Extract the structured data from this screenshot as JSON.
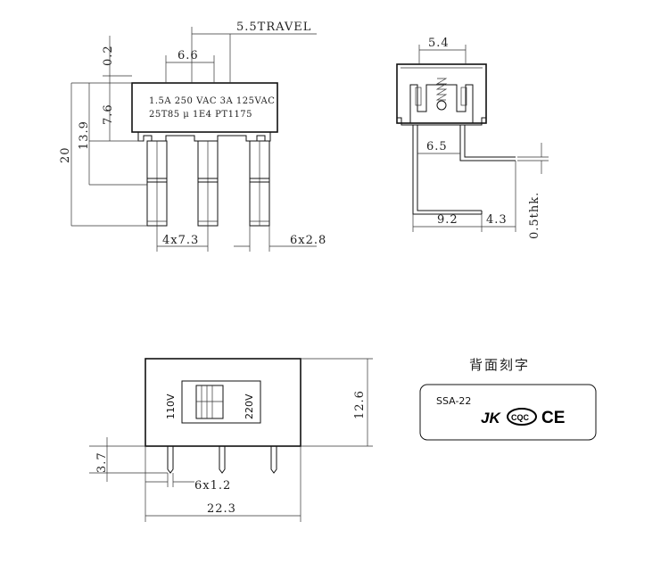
{
  "front_view": {
    "travel": "5.5TRAVEL",
    "pitch_top": "6.6",
    "clearance": "0.2",
    "body_height": "7.6",
    "pin_height": "13.9",
    "overall_height": "20",
    "spec_line1": "1.5A 250 VAC 3A 125VAC",
    "spec_line2": "25T85 μ 1E4 PT1175",
    "pin_pitch": "4x7.3",
    "pin_width": "6x2.8"
  },
  "side_view": {
    "width_top": "5.4",
    "bend_offset": "6.5",
    "leg_length": "9.2",
    "foot_length": "4.3",
    "thickness": "0.5thk."
  },
  "top_view": {
    "label_left": "110V",
    "label_right": "220V",
    "height": "12.6",
    "pin_protrusion": "3.7",
    "pin_size": "6x1.2",
    "overall_width": "22.3"
  },
  "engraving": {
    "heading": "背面刻字",
    "model": "SSA-22",
    "mark_jk": "JK",
    "mark_cqc": "CQC",
    "mark_ce": "CE"
  }
}
